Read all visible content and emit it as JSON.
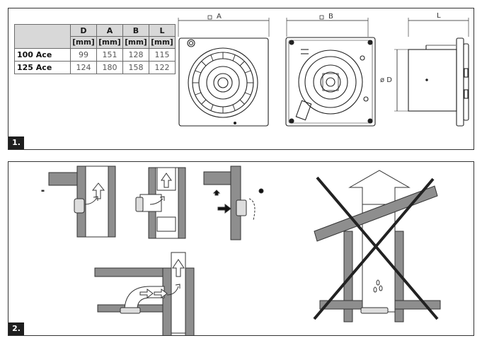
{
  "panel1": {
    "step": "1.",
    "table": {
      "columns": [
        {
          "letter": "D",
          "unit": "[mm]"
        },
        {
          "letter": "A",
          "unit": "[mm]"
        },
        {
          "letter": "B",
          "unit": "[mm]"
        },
        {
          "letter": "L",
          "unit": "[mm]"
        }
      ],
      "rows": [
        {
          "model": "100 Ace",
          "values": [
            "99",
            "151",
            "128",
            "115"
          ]
        },
        {
          "model": "125 Ace",
          "values": [
            "124",
            "180",
            "158",
            "122"
          ]
        }
      ]
    },
    "dims": {
      "a": "A",
      "b": "B",
      "l": "L",
      "d": "ø D"
    }
  },
  "panel2": {
    "step": "2."
  }
}
